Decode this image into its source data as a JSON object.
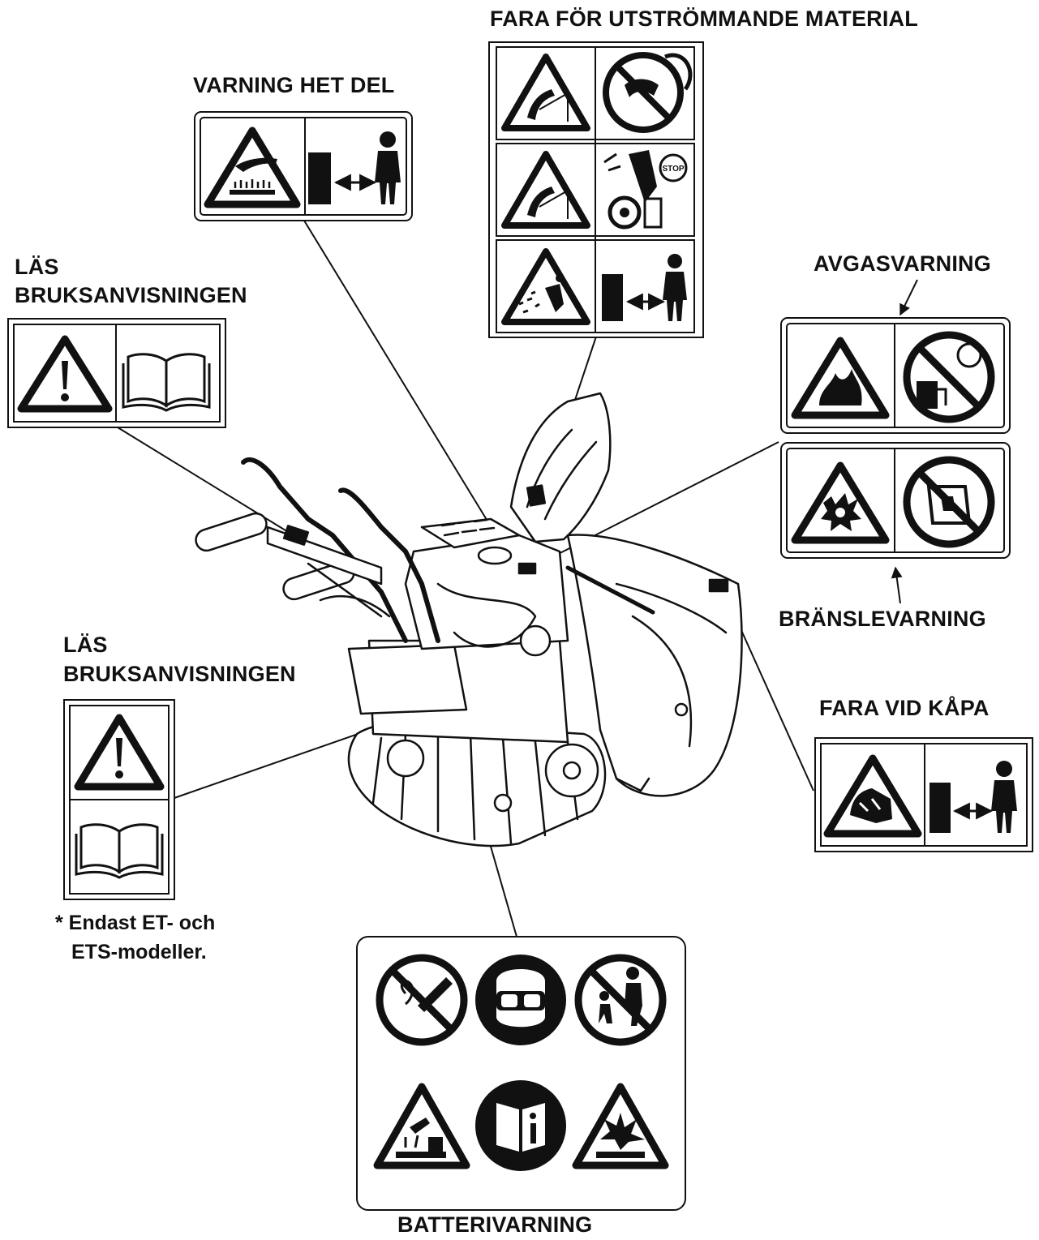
{
  "labels": {
    "discharge_danger": "FARA FÖR UTSTRÖMMANDE MATERIAL",
    "hot_part": "VARNING HET DEL",
    "read_manual_top_line1": "LÄS",
    "read_manual_top_line2": "BRUKSANVISNINGEN",
    "exhaust_warning": "AVGASVARNING",
    "fuel_warning": "BRÄNSLEVARNING",
    "read_manual_bottom_line1": "LÄS",
    "read_manual_bottom_line2": "BRUKSANVISNINGEN",
    "housing_danger": "FARA VID KÅPA",
    "battery_warning": "BATTERIVARNING"
  },
  "footnote": {
    "line1": "* Endast ET- och",
    "line2": "ETS-modeller.",
    "symbol": "*"
  },
  "sticker_text": {
    "stop": "STOP"
  },
  "icons": {
    "decals": [
      "hand-hot-surface-icon",
      "keep-distance-icon",
      "warning-exclamation-icon",
      "manual-book-icon",
      "hand-entanglement-icon",
      "no-hands-auger-icon",
      "stop-engine-icon",
      "thrown-objects-icon",
      "fire-icon",
      "no-refuel-hot-icon",
      "explosion-icon",
      "no-fuel-container-icon",
      "auger-housing-icon",
      "no-smoking-icon",
      "eye-protection-icon",
      "keep-children-away-icon",
      "corrosive-acid-icon",
      "read-instructions-icon",
      "battery-explosion-icon"
    ]
  },
  "colors": {
    "ink": "#111111",
    "paper": "#ffffff"
  }
}
